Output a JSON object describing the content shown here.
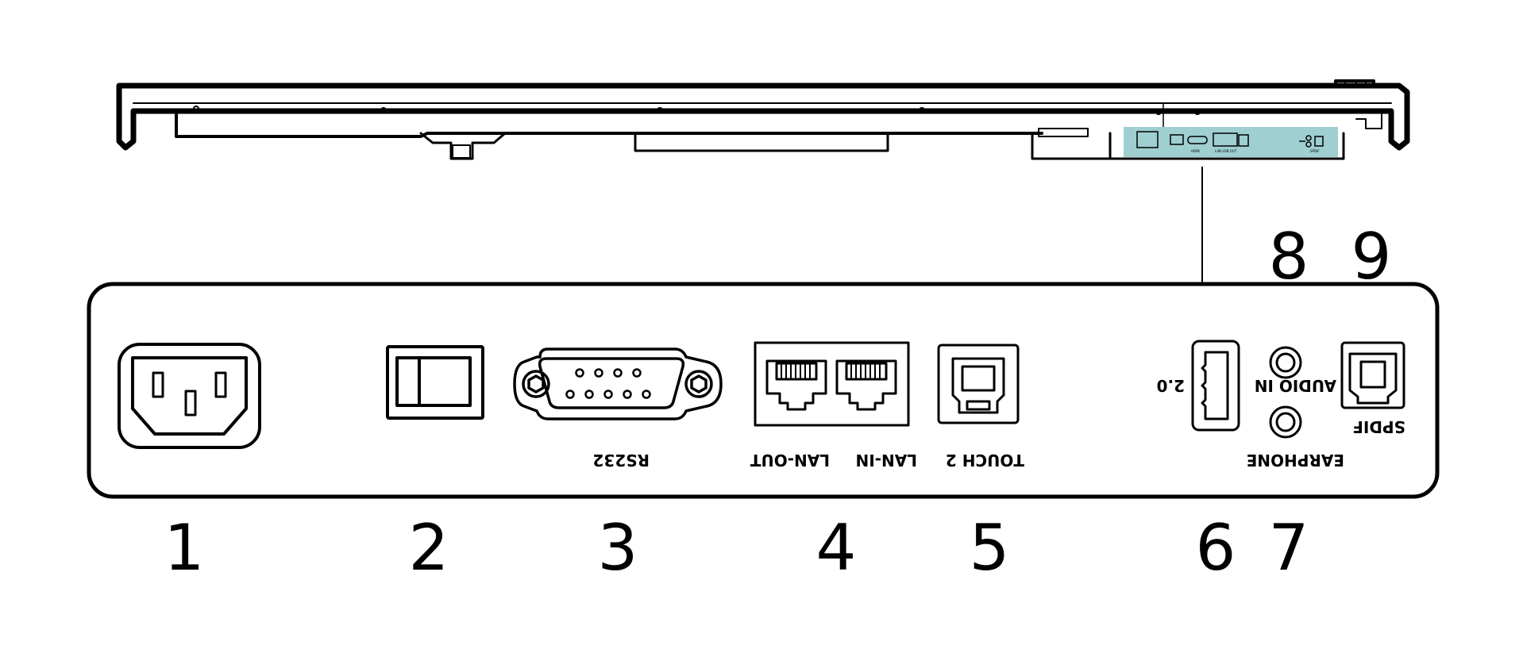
{
  "callouts": [
    "1",
    "2",
    "3",
    "4",
    "5",
    "6",
    "7",
    "8",
    "9"
  ],
  "port_labels": {
    "rs232": "RS232",
    "lan_in": "LAN-IN",
    "lan_out": "LAN-OUT",
    "touch": "TOUCH 2",
    "usb": "2.0",
    "audio_in": "AUDIO IN",
    "earphone": "EARPHONE",
    "spdif": "SPDIF"
  },
  "colors": {
    "highlight": "#9fcfd0",
    "stroke": "#000000",
    "background": "#ffffff"
  }
}
